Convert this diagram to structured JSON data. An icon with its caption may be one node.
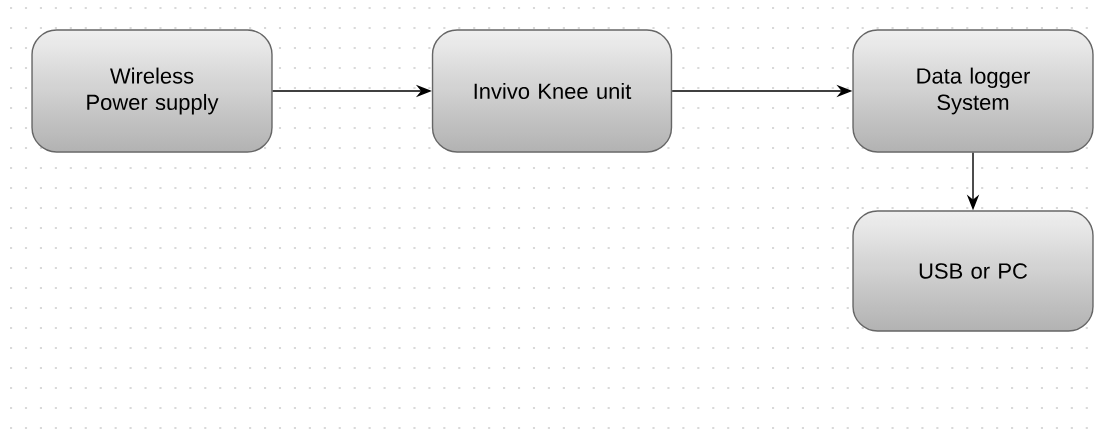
{
  "diagram": {
    "nodes": [
      {
        "text": [
          "Wireless Power supply"
        ]
      },
      {
        "text": [
          "Invivo Knee unit"
        ]
      },
      {
        "text": [
          "Data logger System"
        ]
      },
      {
        "text": [
          "USB or PC"
        ]
      }
    ],
    "edges": [
      {
        "from": 0,
        "to": 1,
        "arrow": "to"
      },
      {
        "from": 1,
        "to": 2,
        "arrow": "to"
      },
      {
        "from": 2,
        "to": 3,
        "arrow": "to"
      }
    ]
  }
}
